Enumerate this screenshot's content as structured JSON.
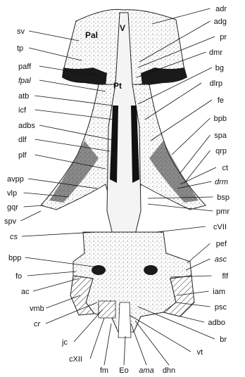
{
  "inner_labels": [
    "Pal",
    "V",
    "Pt"
  ],
  "left_labels": [
    {
      "text": "sv",
      "italic": false
    },
    {
      "text": "tp",
      "italic": false
    },
    {
      "text": "paff",
      "italic": false
    },
    {
      "text": "fpal",
      "italic": true
    },
    {
      "text": "atb",
      "italic": false
    },
    {
      "text": "icf",
      "italic": false
    },
    {
      "text": "adbs",
      "italic": false
    },
    {
      "text": "dlf",
      "italic": false
    },
    {
      "text": "plf",
      "italic": false
    },
    {
      "text": "avpp",
      "italic": false
    },
    {
      "text": "vlp",
      "italic": false
    },
    {
      "text": "gqr",
      "italic": false
    },
    {
      "text": "spv",
      "italic": false
    },
    {
      "text": "cs",
      "italic": true
    },
    {
      "text": "bpp",
      "italic": false
    },
    {
      "text": "fo",
      "italic": false
    },
    {
      "text": "ac",
      "italic": false
    },
    {
      "text": "vmb",
      "italic": false
    },
    {
      "text": "cr",
      "italic": true
    },
    {
      "text": "jc",
      "italic": false
    },
    {
      "text": "cXII",
      "italic": false
    }
  ],
  "right_labels": [
    {
      "text": "adr",
      "italic": false
    },
    {
      "text": "adg",
      "italic": false
    },
    {
      "text": "pr",
      "italic": false
    },
    {
      "text": "dmr",
      "italic": false
    },
    {
      "text": "bg",
      "italic": false
    },
    {
      "text": "dlrp",
      "italic": false
    },
    {
      "text": "fe",
      "italic": false
    },
    {
      "text": "bpb",
      "italic": false
    },
    {
      "text": "spa",
      "italic": false
    },
    {
      "text": "qrp",
      "italic": false
    },
    {
      "text": "ct",
      "italic": false
    },
    {
      "text": "drm",
      "italic": true
    },
    {
      "text": "bsp",
      "italic": false
    },
    {
      "text": "pmr",
      "italic": false
    },
    {
      "text": "cVII",
      "italic": false
    },
    {
      "text": "pef",
      "italic": false
    },
    {
      "text": "asc",
      "italic": true
    },
    {
      "text": "flf",
      "italic": false
    },
    {
      "text": "iam",
      "italic": false
    },
    {
      "text": "psc",
      "italic": false
    },
    {
      "text": "adbo",
      "italic": false
    },
    {
      "text": "br",
      "italic": false
    },
    {
      "text": "vt",
      "italic": false
    }
  ],
  "bottom_labels": [
    {
      "text": "fm",
      "italic": false
    },
    {
      "text": "Eo",
      "italic": false
    },
    {
      "text": "ama",
      "italic": true
    },
    {
      "text": "dhn",
      "italic": false
    }
  ]
}
